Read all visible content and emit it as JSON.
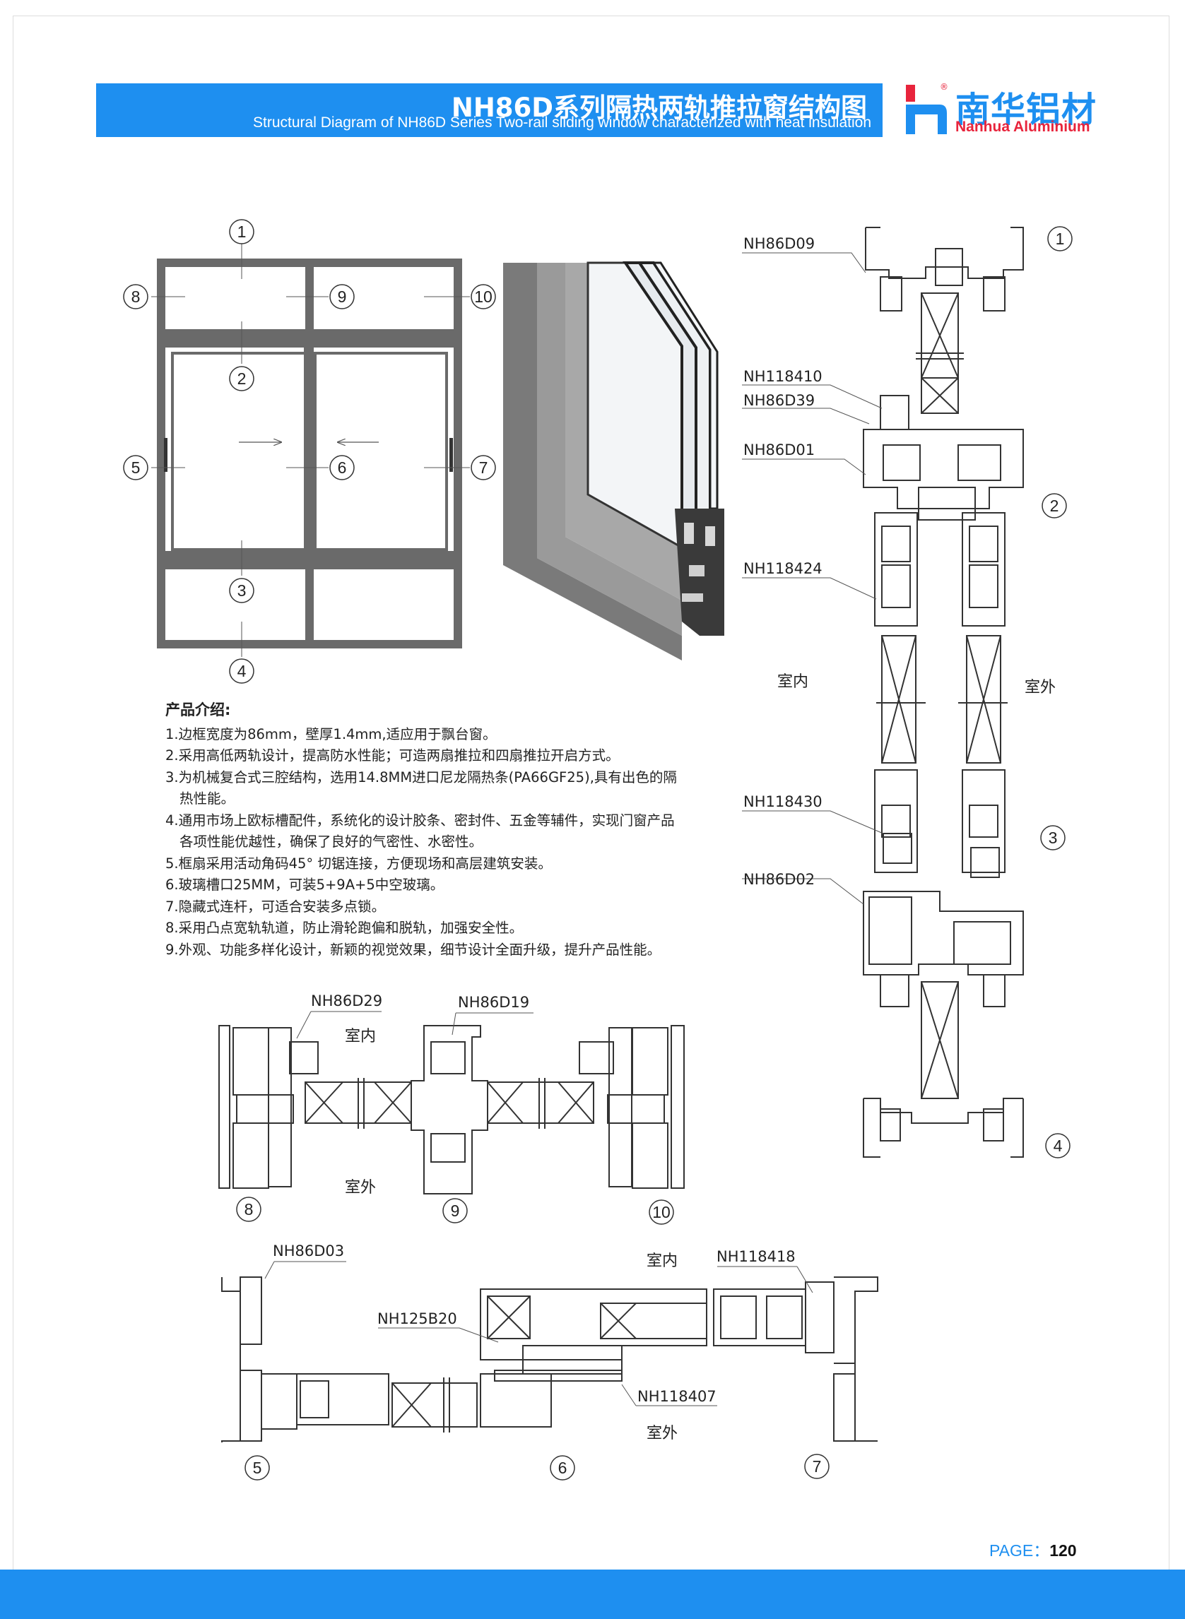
{
  "header": {
    "title_cn": "NH86D系列隔热两轨推拉窗结构图",
    "title_en": "Structural Diagram of NH86D Series Two-rail sliding window characterized with heat insulation"
  },
  "logo": {
    "name_cn": "南华铝材",
    "name_en": "Nanhua Aluminium",
    "reg": "®"
  },
  "elevation": {
    "callouts": [
      "1",
      "2",
      "3",
      "4",
      "5",
      "6",
      "7",
      "8",
      "9",
      "10"
    ]
  },
  "vertical_section": {
    "labels": [
      "NH86D09",
      "NH118410",
      "NH86D39",
      "NH86D01",
      "NH118424",
      "NH118430",
      "NH86D02"
    ],
    "indoor": "室内",
    "outdoor": "室外",
    "callouts": [
      "1",
      "2",
      "3",
      "4"
    ]
  },
  "intro": {
    "title": "产品介绍:",
    "items": [
      "1.边框宽度为86mm，壁厚1.4mm,适应用于飘台窗。",
      "2.采用高低两轨设计，提高防水性能；可造两扇推拉和四扇推拉开启方式。",
      "3.为机械复合式三腔结构，选用14.8MM进口尼龙隔热条(PA66GF25),具有出色的隔热性能。",
      "4.通用市场上欧标槽配件，系统化的设计胶条、密封件、五金等辅件，实现门窗产品各项性能优越性，确保了良好的气密性、水密性。",
      "5.框扇采用活动角码45° 切锯连接，方便现场和高层建筑安装。",
      "6.玻璃槽口25MM，可装5+9A+5中空玻璃。",
      "7.隐藏式连杆，可适合安装多点锁。",
      "8.采用凸点宽轨轨道，防止滑轮跑偏和脱轨，加强安全性。",
      "9.外观、功能多样化设计，新颖的视觉效果，细节设计全面升级，提升产品性能。"
    ]
  },
  "section_top": {
    "labels": [
      "NH86D29",
      "NH86D19"
    ],
    "indoor": "室内",
    "outdoor": "室外",
    "callouts": [
      "8",
      "9",
      "10"
    ]
  },
  "section_bottom": {
    "labels": [
      "NH86D03",
      "NH118418",
      "NH125B20",
      "NH118407"
    ],
    "indoor": "室内",
    "outdoor": "室外",
    "callouts": [
      "5",
      "6",
      "7"
    ]
  },
  "footer": {
    "page_label": "PAGE：",
    "page_number": "120"
  },
  "colors": {
    "brand_blue": "#1e8ff0",
    "brand_red": "#e8243c",
    "frame_gray": "#6a6a6a"
  }
}
